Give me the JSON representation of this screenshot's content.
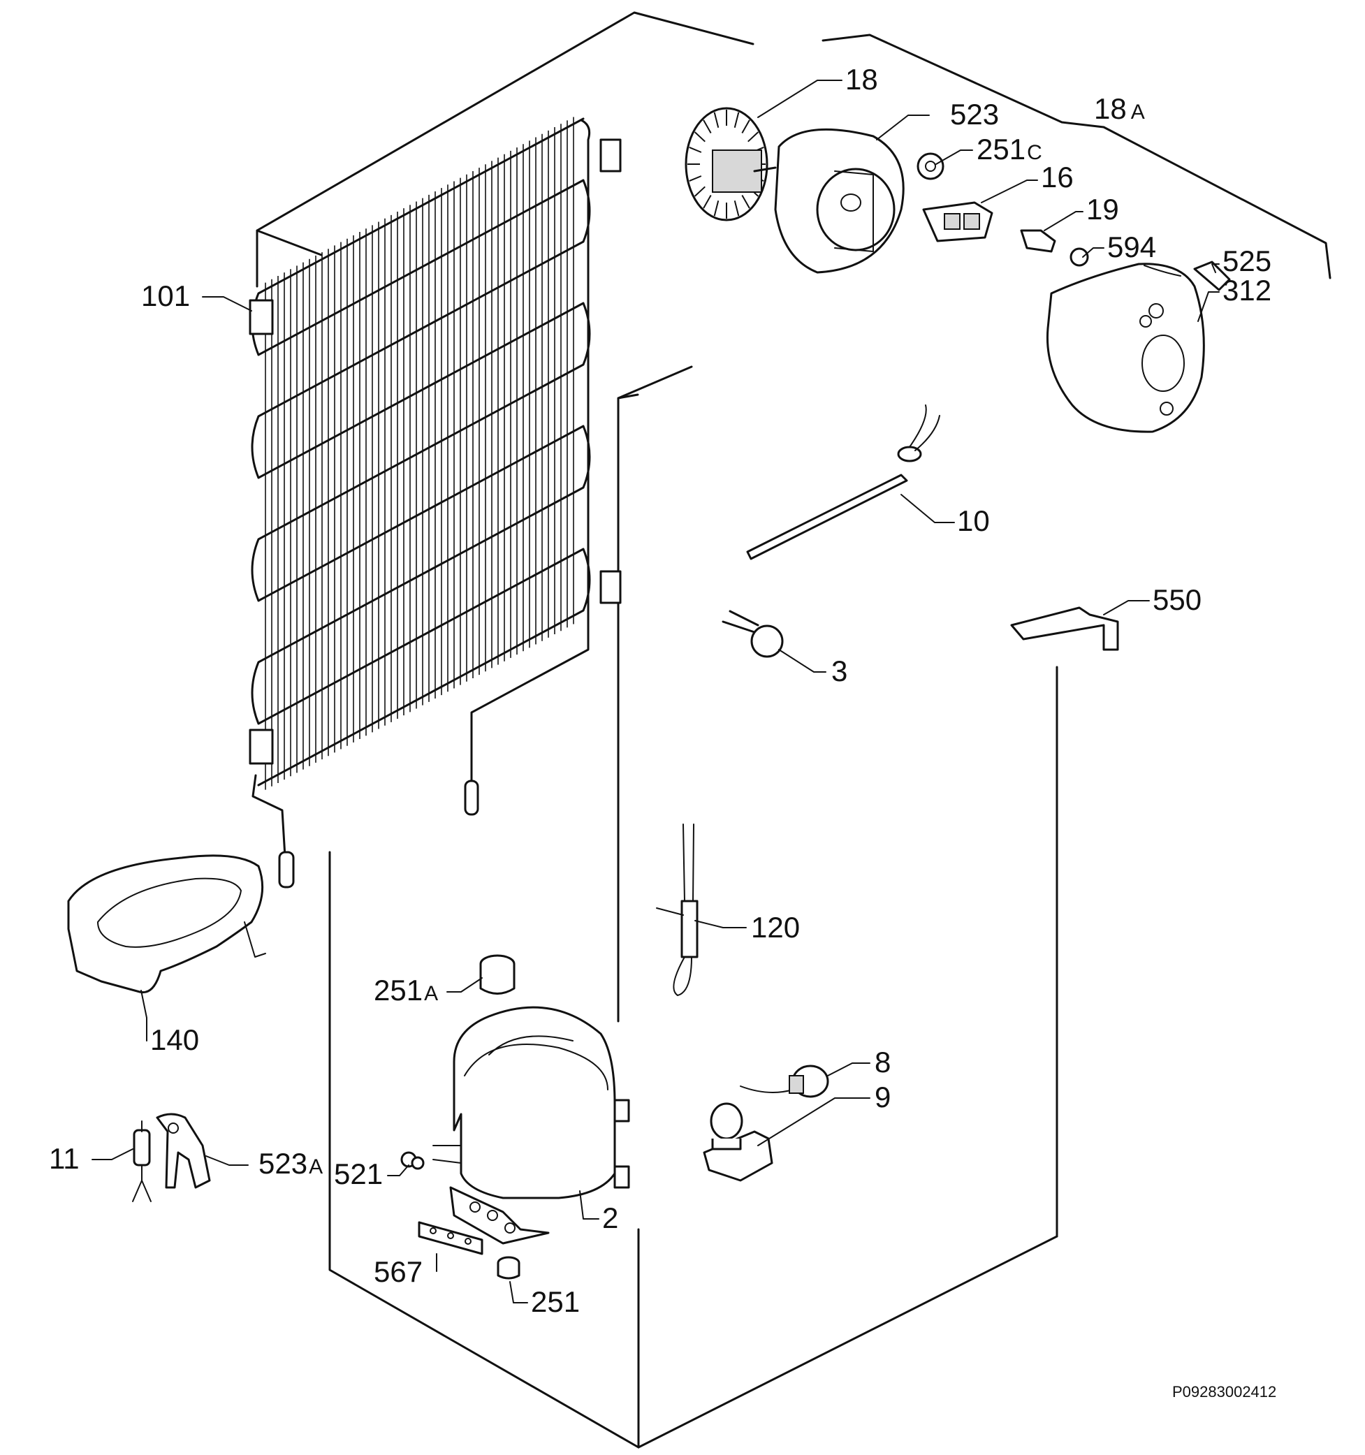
{
  "callouts": {
    "c18": "18",
    "c523": "523",
    "c18a_num": "18",
    "c18a_suf": "A",
    "c251c_num": "251",
    "c251c_suf": "C",
    "c16": "16",
    "c19": "19",
    "c594": "594",
    "c525": "525",
    "c312": "312",
    "c101": "101",
    "c10": "10",
    "c550": "550",
    "c3": "3",
    "c120": "120",
    "c140": "140",
    "c251a_num": "251",
    "c251a_suf": "A",
    "c8": "8",
    "c9": "9",
    "c11": "11",
    "c523a_num": "523",
    "c523a_suf": "A",
    "c521": "521",
    "c2": "2",
    "c567": "567",
    "c251": "251"
  },
  "document_ref": "P09283002412"
}
